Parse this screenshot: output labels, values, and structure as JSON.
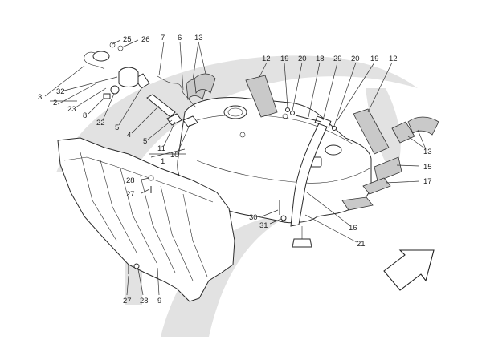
{
  "colors": {
    "watermark": "#e2e2e2",
    "part_fill": "#ffffff",
    "strip_fill": "#c9c9c9",
    "strip_edge": "#333333",
    "line": "#2a2a2a",
    "text": "#222222"
  },
  "callouts": [
    {
      "id": "c-25-top",
      "text": "25"
    },
    {
      "id": "c-26-top",
      "text": "26"
    },
    {
      "id": "c-7",
      "text": "7"
    },
    {
      "id": "c-6",
      "text": "6"
    },
    {
      "id": "c-13-top",
      "text": "13"
    },
    {
      "id": "c-12-left",
      "text": "12"
    },
    {
      "id": "c-19-left",
      "text": "19"
    },
    {
      "id": "c-20-left",
      "text": "20"
    },
    {
      "id": "c-18",
      "text": "18"
    },
    {
      "id": "c-29",
      "text": "29"
    },
    {
      "id": "c-20-right",
      "text": "20"
    },
    {
      "id": "c-19-right",
      "text": "19"
    },
    {
      "id": "c-12-right",
      "text": "12"
    },
    {
      "id": "c-3",
      "text": "3"
    },
    {
      "id": "c-32",
      "text": "32"
    },
    {
      "id": "c-2",
      "text": "2"
    },
    {
      "id": "c-23",
      "text": "23"
    },
    {
      "id": "c-8",
      "text": "8"
    },
    {
      "id": "c-22",
      "text": "22"
    },
    {
      "id": "c-5-top",
      "text": "5"
    },
    {
      "id": "c-4",
      "text": "4"
    },
    {
      "id": "c-5-mid",
      "text": "5"
    },
    {
      "id": "c-11",
      "text": "11"
    },
    {
      "id": "c-10",
      "text": "10"
    },
    {
      "id": "c-1",
      "text": "1"
    },
    {
      "id": "c-13-right",
      "text": "13"
    },
    {
      "id": "c-15",
      "text": "15"
    },
    {
      "id": "c-17",
      "text": "17"
    },
    {
      "id": "c-28-mid",
      "text": "28"
    },
    {
      "id": "c-27-mid",
      "text": "27"
    },
    {
      "id": "c-30",
      "text": "30"
    },
    {
      "id": "c-31",
      "text": "31"
    },
    {
      "id": "c-16",
      "text": "16"
    },
    {
      "id": "c-21",
      "text": "21"
    },
    {
      "id": "c-27-bot",
      "text": "27"
    },
    {
      "id": "c-28-bot",
      "text": "28"
    },
    {
      "id": "c-9",
      "text": "9"
    }
  ]
}
